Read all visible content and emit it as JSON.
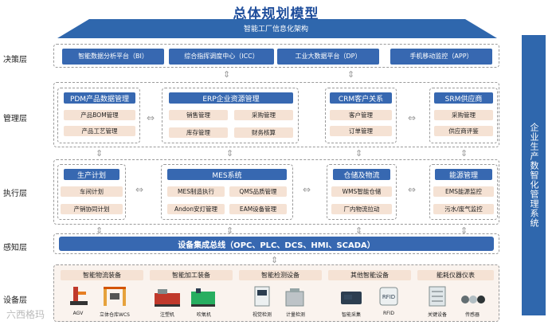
{
  "title": "总体规划模型",
  "subtitle": "智能工厂信息化架构",
  "side_label": "企业生产数智化管理系统",
  "layers": [
    "决策层",
    "管理层",
    "执行层",
    "感知层",
    "设备层"
  ],
  "decision": [
    {
      "name": "智能数据分析平台",
      "code": "（BI）"
    },
    {
      "name": "综合指挥调度中心",
      "code": "（ICC）"
    },
    {
      "name": "工业大数据平台",
      "code": "（DP）"
    },
    {
      "name": "手机移动监控",
      "code": "（APP）"
    }
  ],
  "management": {
    "pdm": {
      "title": "PDM产品数据管理",
      "items": [
        "产品BOM管理",
        "产品工艺管理"
      ]
    },
    "erp": {
      "title": "ERP企业资源管理",
      "items": [
        "销售管理",
        "采购管理",
        "库存管理",
        "财务核算"
      ]
    },
    "crm": {
      "title": "CRM客户关系",
      "items": [
        "客户管理",
        "订单管理"
      ]
    },
    "srm": {
      "title": "SRM供应商",
      "items": [
        "采购管理",
        "供应商评鉴"
      ]
    }
  },
  "execution": {
    "plan": {
      "title": "生产计划",
      "items": [
        "车间计划",
        "产销协同计划"
      ]
    },
    "mes": {
      "title": "MES系统",
      "items": [
        "MES制造执行",
        "QMS品质管理",
        "Andon安灯管理",
        "EAM设备管理"
      ]
    },
    "wms": {
      "title": "仓储及物流",
      "items": [
        "WMS智能仓储",
        "厂内物流拉动"
      ]
    },
    "energy": {
      "title": "能源管理",
      "items": [
        "EMS能源监控",
        "污水/废气监控"
      ]
    }
  },
  "bus": "设备集成总线（OPC、PLC、DCS、HMI、SCADA）",
  "equipment": {
    "categories": [
      "智能物流装备",
      "智能加工装备",
      "智能检测设备",
      "其他智能设备",
      "能耗仪器仪表"
    ],
    "devices": [
      "AGV",
      "立体仓库WCS",
      "注塑机",
      "吹氧机",
      "视觉检测",
      "计量检测",
      "智能采集",
      "RFID",
      "关键设备",
      "传感器"
    ]
  },
  "watermark": "六西格玛"
}
